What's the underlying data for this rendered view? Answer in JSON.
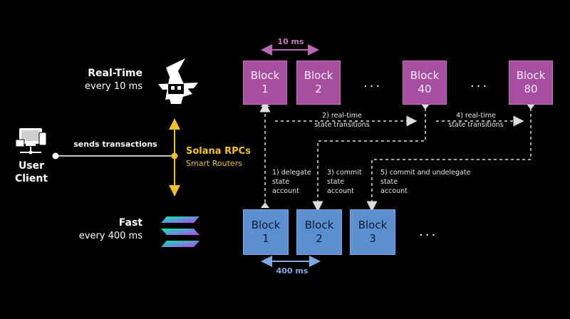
{
  "realtime": {
    "title": "Real-Time",
    "subtitle": "every 10 ms",
    "interval": "10 ms"
  },
  "fast": {
    "title": "Fast",
    "subtitle": "every 400 ms",
    "interval": "400 ms"
  },
  "user": {
    "line1": "User",
    "line2": "Client",
    "action": "sends transactions"
  },
  "rpc": {
    "title": "Solana RPCs",
    "subtitle": "Smart Routers"
  },
  "realtime_blocks": [
    {
      "label": "Block",
      "num": "1"
    },
    {
      "label": "Block",
      "num": "2"
    },
    {
      "label": "Block",
      "num": "40"
    },
    {
      "label": "Block",
      "num": "80"
    }
  ],
  "fast_blocks": [
    {
      "label": "Block",
      "num": "1"
    },
    {
      "label": "Block",
      "num": "2"
    },
    {
      "label": "Block",
      "num": "3"
    }
  ],
  "ellipsis": "...",
  "steps": {
    "s1": [
      "1) delegate",
      "state",
      "account"
    ],
    "s2": [
      "2) real-time",
      "state transitions"
    ],
    "s3": [
      "3) commit",
      "state",
      "account"
    ],
    "s4": [
      "4) real-time",
      "state transitions"
    ],
    "s5": [
      "5) commit and undelegate",
      "state",
      "account"
    ]
  },
  "colors": {
    "purple": "#a64f9e",
    "blue": "#5b8fd0",
    "gold": "#f2c029",
    "bg": "#000000"
  },
  "icons": {
    "realtime": "wizard-icon",
    "fast": "solana-logo-icon",
    "user": "computer-devices-icon"
  }
}
